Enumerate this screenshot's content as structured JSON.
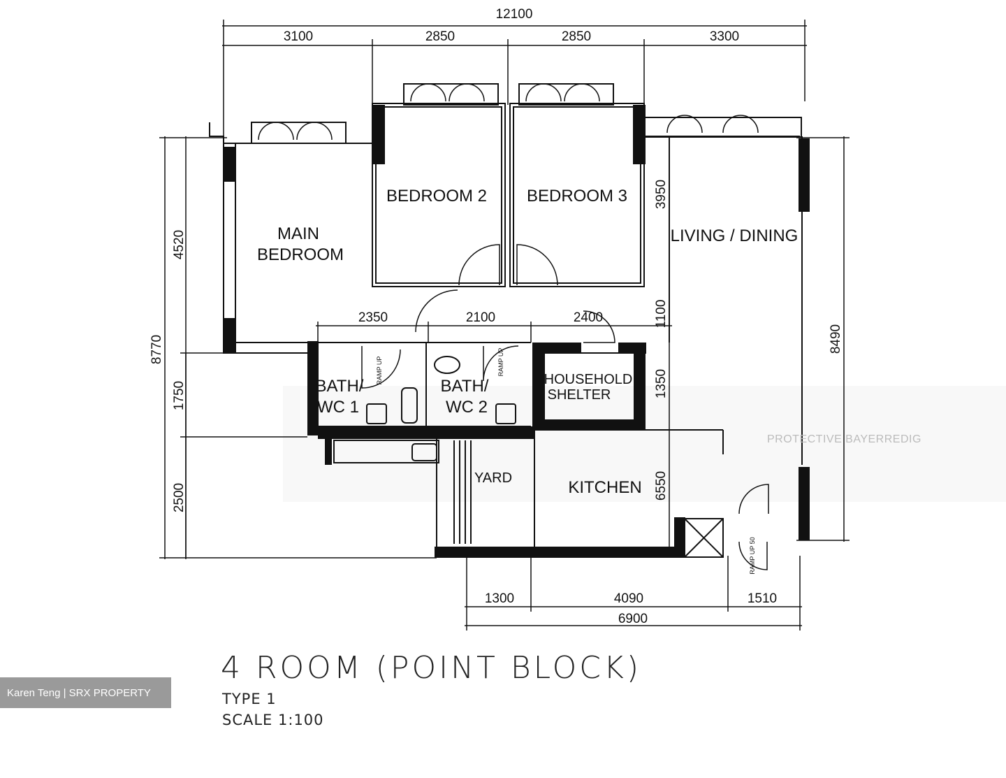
{
  "dimensions": {
    "top_total": "12100",
    "top_segments": [
      "3100",
      "2850",
      "2850",
      "3300"
    ],
    "left_outer": "8770",
    "left_inner": [
      "4520",
      "1750",
      "2500"
    ],
    "right_outer": "8490",
    "middle_row": [
      "2350",
      "2100",
      "2400"
    ],
    "vertical_inner": [
      "3950",
      "1100",
      "1350",
      "6550"
    ],
    "bottom_segments": [
      "1300",
      "4090",
      "1510"
    ],
    "bottom_total": "6900"
  },
  "rooms": {
    "main_bedroom_line1": "MAIN",
    "main_bedroom_line2": "BEDROOM",
    "bedroom2": "BEDROOM 2",
    "bedroom3": "BEDROOM 3",
    "living_dining": "LIVING / DINING",
    "bath1_line1": "BATH/",
    "bath1_line2": "WC 1",
    "bath2_line1": "BATH/",
    "bath2_line2": "WC 2",
    "shelter_line1": "HOUSEHOLD",
    "shelter_line2": "SHELTER",
    "yard": "YARD",
    "kitchen": "KITCHEN"
  },
  "ramps": {
    "ramp1": "RAMP UP",
    "ramp2": "RAMP UP",
    "ramp3": "RAMP UP 50"
  },
  "faded_text": "PROTECTIVE BAYERREDIG",
  "title": {
    "main": "4 ROOM (POINT BLOCK)",
    "type": "TYPE 1",
    "scale": "SCALE 1:100"
  },
  "watermark": "Karen Teng | SRX PROPERTY"
}
